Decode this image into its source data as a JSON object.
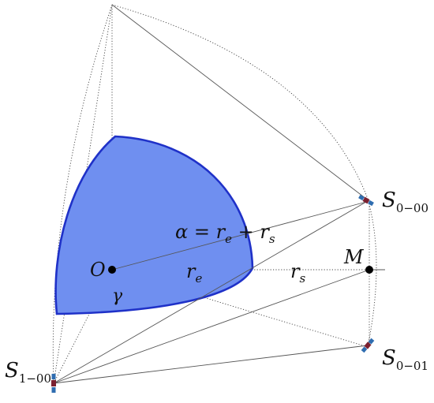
{
  "labels": {
    "origin": "O",
    "gamma": "γ",
    "alpha_eq": {
      "alpha": "α",
      "equals": " = ",
      "r": "r",
      "e": "e",
      "plus": " + ",
      "s": "s"
    },
    "re": {
      "r": "r",
      "sub": "e"
    },
    "rs": {
      "r": "r",
      "sub": "s"
    },
    "m": "M",
    "s000": {
      "s": "S",
      "sub": "0−00"
    },
    "s001": {
      "s": "S",
      "sub": "0−01"
    },
    "s100": {
      "s": "S",
      "sub": "1−00"
    }
  },
  "colors": {
    "region_fill": "#6f8ff0",
    "region_stroke": "#1f31c8",
    "line": "#555555",
    "satellite_body": "#2f6db0",
    "satellite_core": "#7a2030"
  },
  "icons": {
    "satellite": "satellite-icon"
  }
}
